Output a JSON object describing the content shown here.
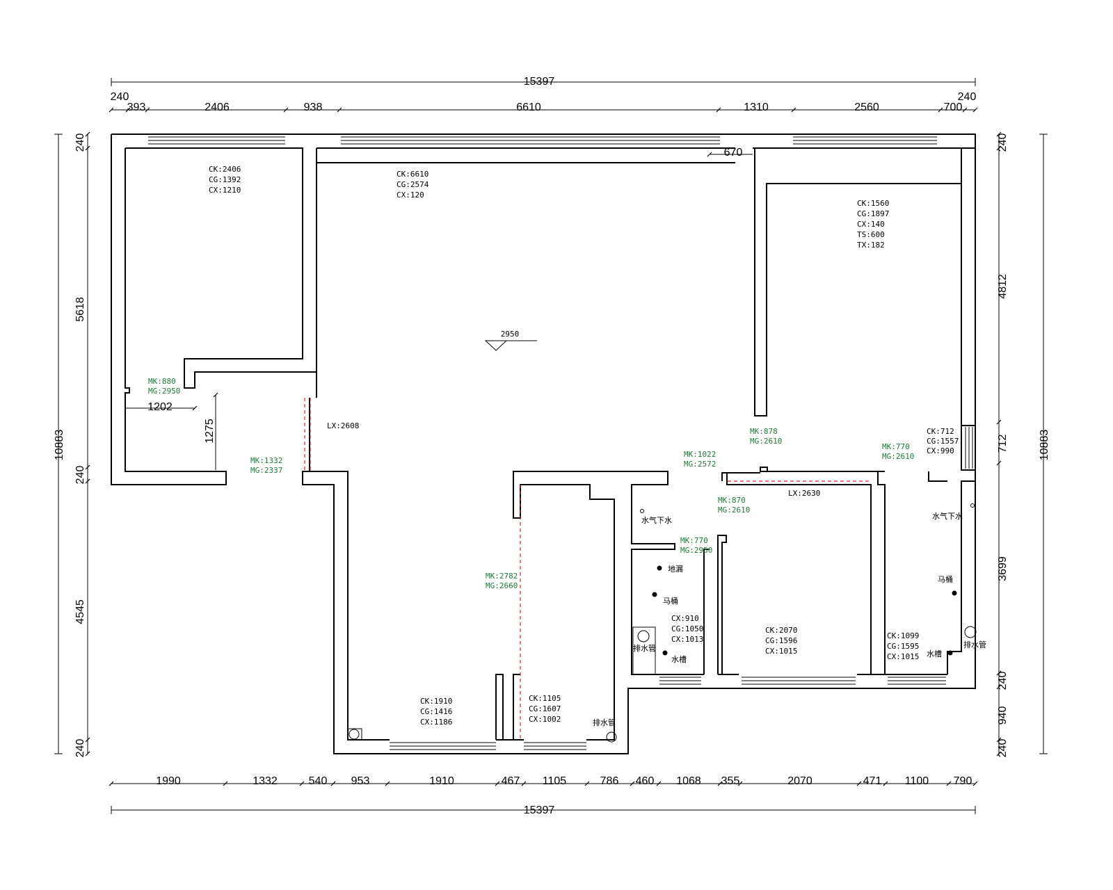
{
  "colors": {
    "wall": "#000000",
    "opening_label": "#1e7a3a",
    "opening_line": "#d9252a",
    "background": "#ffffff"
  },
  "dims": {
    "total_top": "15397",
    "top_side_left": "240",
    "top_side_right": "240",
    "top_row": [
      "393",
      "2406",
      "938",
      "6610",
      "1310",
      "2560",
      "700"
    ],
    "top_inner": "670",
    "bottom_row": [
      "1990",
      "1332",
      "540",
      "953",
      "1910",
      "467",
      "1105",
      "786",
      "460",
      "1068",
      "355",
      "2070",
      "471",
      "1100",
      "790"
    ],
    "total_bottom": "15397",
    "left_col": [
      "240",
      "5618",
      "240",
      "4545",
      "240"
    ],
    "left_total": "10883",
    "right_col": [
      "240",
      "4812",
      "712",
      "3699",
      "240",
      "940",
      "240"
    ],
    "right_total": "10883",
    "inner_horizontal": "1202",
    "inner_vertical": "1275"
  },
  "level_mark": "2950",
  "labels": [
    [
      "CK:2406",
      "CG:1392",
      "CX:1210"
    ],
    [
      "CK:6610",
      "CG:2574",
      "CX:120"
    ],
    [
      "CK:1560",
      "CG:1897",
      "CX:140",
      "TS:600",
      "TX:182"
    ],
    [
      "CK:712",
      "CG:1557",
      "CX:990"
    ],
    [
      "CX:910",
      "CG:1050",
      "CX:1013"
    ],
    [
      "CK:2070",
      "CG:1596",
      "CX:1015"
    ],
    [
      "CK:1099",
      "CG:1595",
      "CX:1015"
    ],
    [
      "CK:1910",
      "CG:1416",
      "CX:1186"
    ],
    [
      "CK:1105",
      "CG:1607",
      "CX:1002"
    ]
  ],
  "openings": [
    [
      "MK:880",
      "MG:2950"
    ],
    [
      "MK:1332",
      "MG:2337"
    ],
    [
      "MK:878",
      "MG:2610"
    ],
    [
      "MK:1022",
      "MG:2572"
    ],
    [
      "MK:770",
      "MG:2610"
    ],
    [
      "MK:870",
      "MG:2610"
    ],
    [
      "MK:770",
      "MG:2950"
    ],
    [
      "MK:2782",
      "MG:2660"
    ]
  ],
  "lx": [
    "LX:2608",
    "LX:2630"
  ],
  "fixtures": {
    "water_left": "水气下水",
    "water_right": "水气下水",
    "floor_drain": "地漏",
    "toilet_left": "马桶",
    "toilet_right": "马桶",
    "basin_left": "水槽",
    "basin_right": "水槽",
    "drain_left": "排水管",
    "drain_right": "排水管",
    "drain_bottom": "排水管"
  }
}
